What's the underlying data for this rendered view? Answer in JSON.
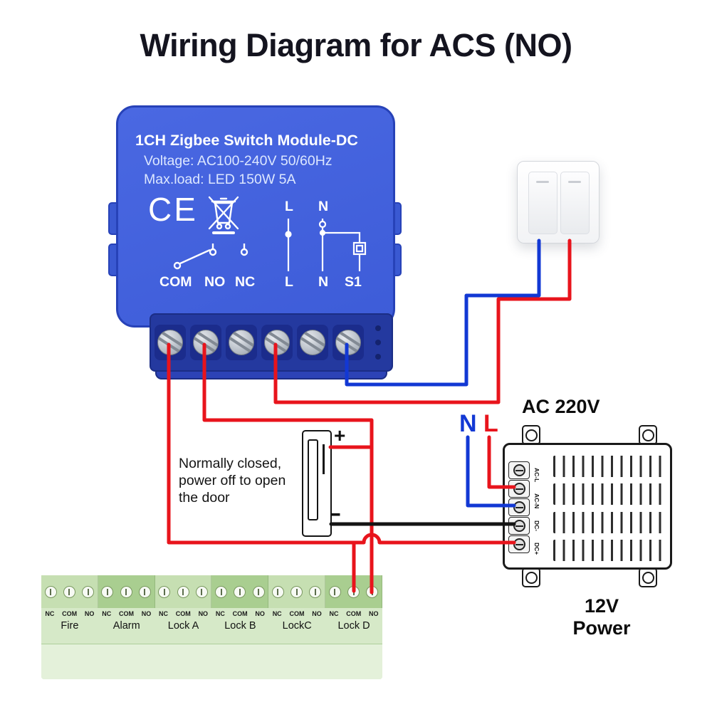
{
  "title": "Wiring Diagram for ACS (NO)",
  "colors": {
    "title_color": "#14141f",
    "module_blue": "#4161dd",
    "module_dark": "#2742b8",
    "terminal_navy": "#24399f",
    "wire_red": "#e8141c",
    "wire_blue": "#1238d4",
    "wire_black": "#141414",
    "block_green": "#d6e9c8",
    "block_green_dark": "#a9ce90"
  },
  "module": {
    "title": "1CH Zigbee Switch Module-DC",
    "voltage": "Voltage: AC100-240V 50/60Hz",
    "max_load": "Max.load: LED 150W 5A",
    "ce_mark": "CE",
    "relay_labels": [
      "COM",
      "NO",
      "NC"
    ],
    "top_labels": [
      "L",
      "N"
    ],
    "bottom_labels": [
      "L",
      "N",
      "S1"
    ]
  },
  "power": {
    "ac_label": "AC 220V",
    "neutral_label": "N",
    "line_label": "L",
    "terminal_labels": [
      "AC-L",
      "AC-N",
      "DC-",
      "DC+"
    ],
    "name_line1": "12V",
    "name_line2": "Power"
  },
  "lock": {
    "plus": "+",
    "minus": "−",
    "note": "Normally closed, power off to open the door"
  },
  "terminal_block": {
    "groups": [
      {
        "name": "Fire",
        "labels": [
          "NC",
          "COM",
          "NO"
        ]
      },
      {
        "name": "Alarm",
        "labels": [
          "NC",
          "COM",
          "NO"
        ]
      },
      {
        "name": "Lock A",
        "labels": [
          "NC",
          "COM",
          "NO"
        ]
      },
      {
        "name": "Lock B",
        "labels": [
          "NC",
          "COM",
          "NO"
        ]
      },
      {
        "name": "LockC",
        "labels": [
          "NC",
          "COM",
          "NO"
        ]
      },
      {
        "name": "Lock D",
        "labels": [
          "NC",
          "COM",
          "NO"
        ]
      }
    ]
  }
}
